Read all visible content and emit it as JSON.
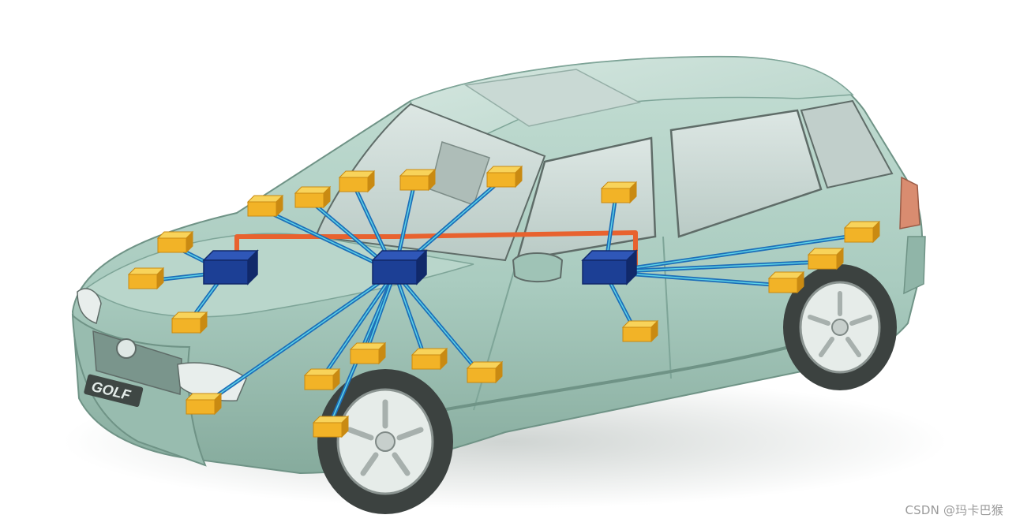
{
  "watermark": "CSDN @玛卡巴猴",
  "car": {
    "badge_text": "GOLF",
    "colors": {
      "body": "#a9cbbf",
      "body_dark": "#7ea598",
      "body_shadow": "#6f9386",
      "glass": "#cfdcd8",
      "trim": "#5f6c68",
      "tire": "#3c4240",
      "rim": "#e6ece9",
      "ground_shadow": "#d4d8d6",
      "tail_light": "#d98c70"
    }
  },
  "network": {
    "colors": {
      "gateway_bus": "#e8622f",
      "link": "#1d6fb8",
      "link_highlight": "#5fd3e6",
      "controller_front": "#1c3f95",
      "controller_top": "#2f57b8",
      "controller_side": "#11296a",
      "node_front": "#f2b327",
      "node_top": "#f8d35a",
      "node_side": "#c98a12"
    },
    "controllers": [
      "controller-front",
      "controller-central",
      "controller-rear"
    ],
    "node_count": 19
  }
}
